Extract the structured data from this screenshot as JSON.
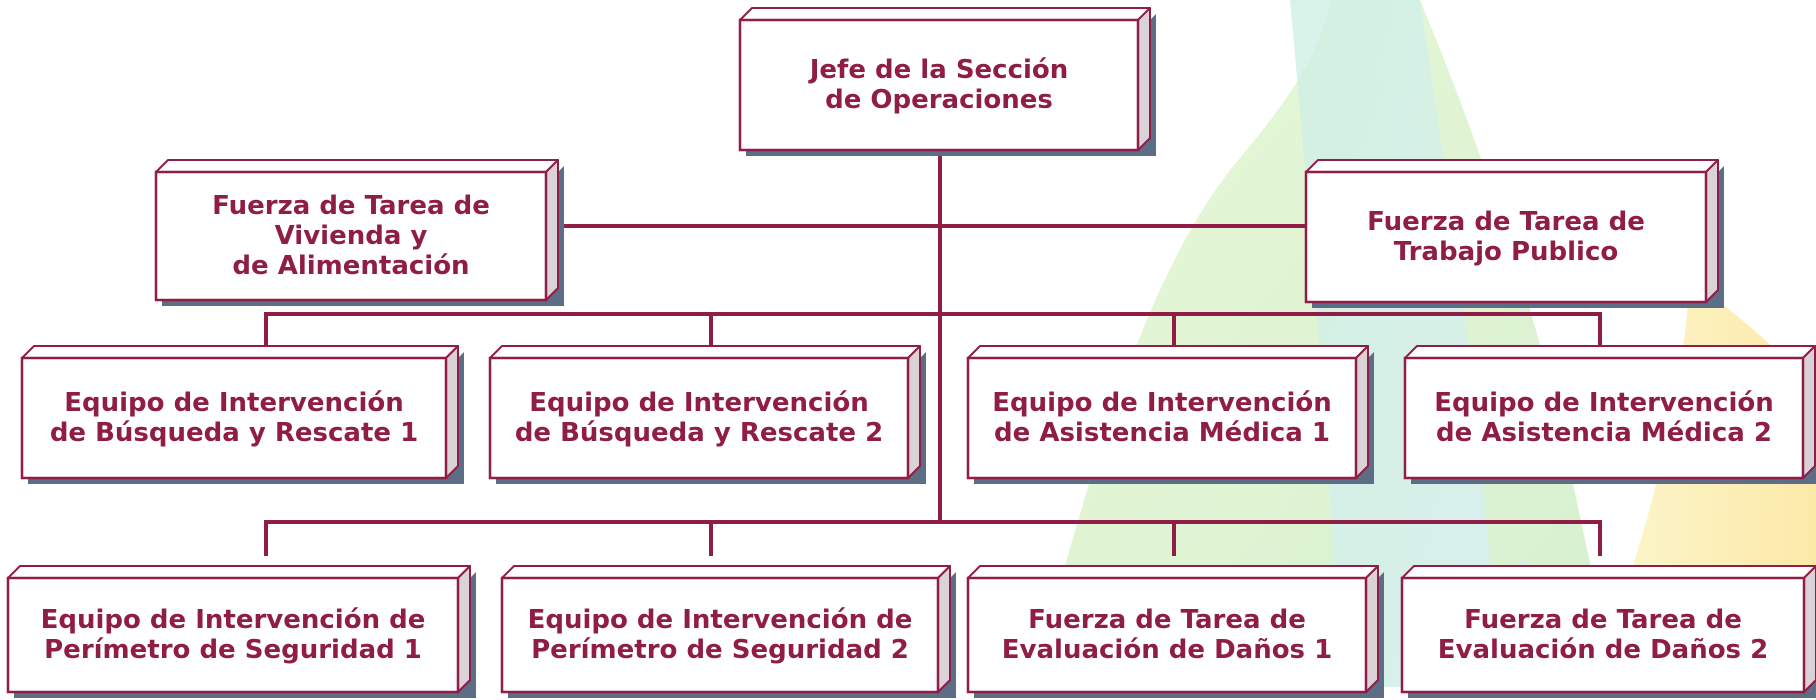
{
  "colors": {
    "text": "#8f1d45",
    "connector": "#8f1d45",
    "box_face": "#ffffff",
    "box_border": "#8f1d45",
    "box_side": "#d9d2d6",
    "box_shadow": "#5b6e86"
  },
  "org_chart": {
    "root": {
      "label": "Jefe de la Sección\nde Operaciones"
    },
    "staff": [
      {
        "label": "Fuerza de Tarea de\nVivienda y\nde Alimentación"
      },
      {
        "label": "Fuerza de Tarea de\nTrabajo Publico"
      }
    ],
    "row1": [
      {
        "label": "Equipo de Intervención\nde Búsqueda y Rescate 1"
      },
      {
        "label": "Equipo de Intervención\nde Búsqueda y Rescate 2"
      },
      {
        "label": "Equipo de Intervención\nde Asistencia Médica 1"
      },
      {
        "label": "Equipo de Intervención\nde Asistencia Médica 2"
      }
    ],
    "row2": [
      {
        "label": "Equipo de Intervención de\nPerímetro de Seguridad 1"
      },
      {
        "label": "Equipo de Intervención de\nPerímetro de Seguridad 2"
      },
      {
        "label": "Fuerza de Tarea de\nEvaluación de Daños 1"
      },
      {
        "label": "Fuerza de Tarea de\nEvaluación de Daños 2"
      }
    ]
  }
}
